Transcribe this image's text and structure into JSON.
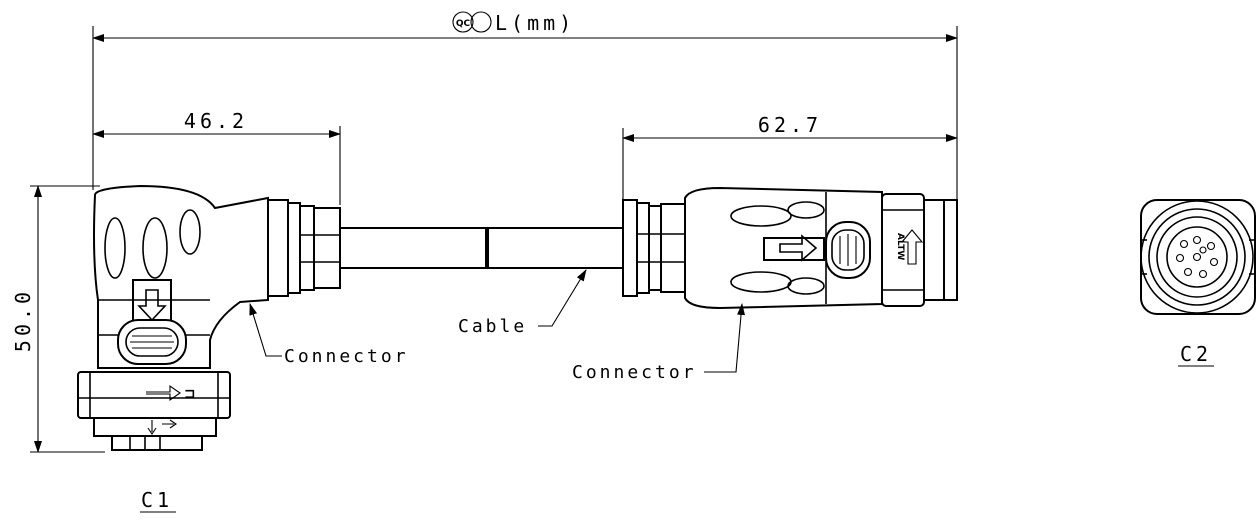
{
  "dimensions": {
    "overall": {
      "qc_mark": "QC",
      "label": "L(mm)"
    },
    "left_connector_length": "46.2",
    "right_connector_length": "62.7",
    "height": "50.0"
  },
  "callouts": {
    "left_connector": "Connector",
    "cable": "Cable",
    "right_connector": "Connector"
  },
  "views": {
    "c1_label": "C1",
    "c2_label": "C2"
  },
  "markings": {
    "right_plug_text": "ALTW"
  },
  "colors": {
    "line": "#000000",
    "background": "#ffffff"
  }
}
